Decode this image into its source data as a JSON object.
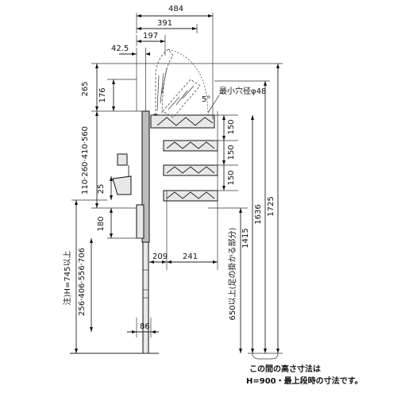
{
  "diagram": {
    "horizontal_dims": {
      "d484": "484",
      "d391": "391",
      "d197": "197",
      "d42_5": "42.5",
      "d209": "209",
      "d241": "241",
      "d86": "86"
    },
    "vertical_dims": {
      "d265": "265",
      "d176": "176",
      "d110_range": "110·260·410·560",
      "d25": "25",
      "d180": "180",
      "d150a": "150",
      "d150b": "150",
      "d150c": "150",
      "d1415": "1415",
      "d1636": "1636",
      "d1725": "1725",
      "d650": "650以上(足の掛かる部分)",
      "note_h": "注)H=745以上",
      "d256_range": "256·406·556·706"
    },
    "labels": {
      "hole": "最小穴径φ48",
      "angle": "5°"
    },
    "footnote": {
      "line1": "この間の高さ寸法は",
      "line2": "H=900・最上段時の寸法です。"
    }
  }
}
